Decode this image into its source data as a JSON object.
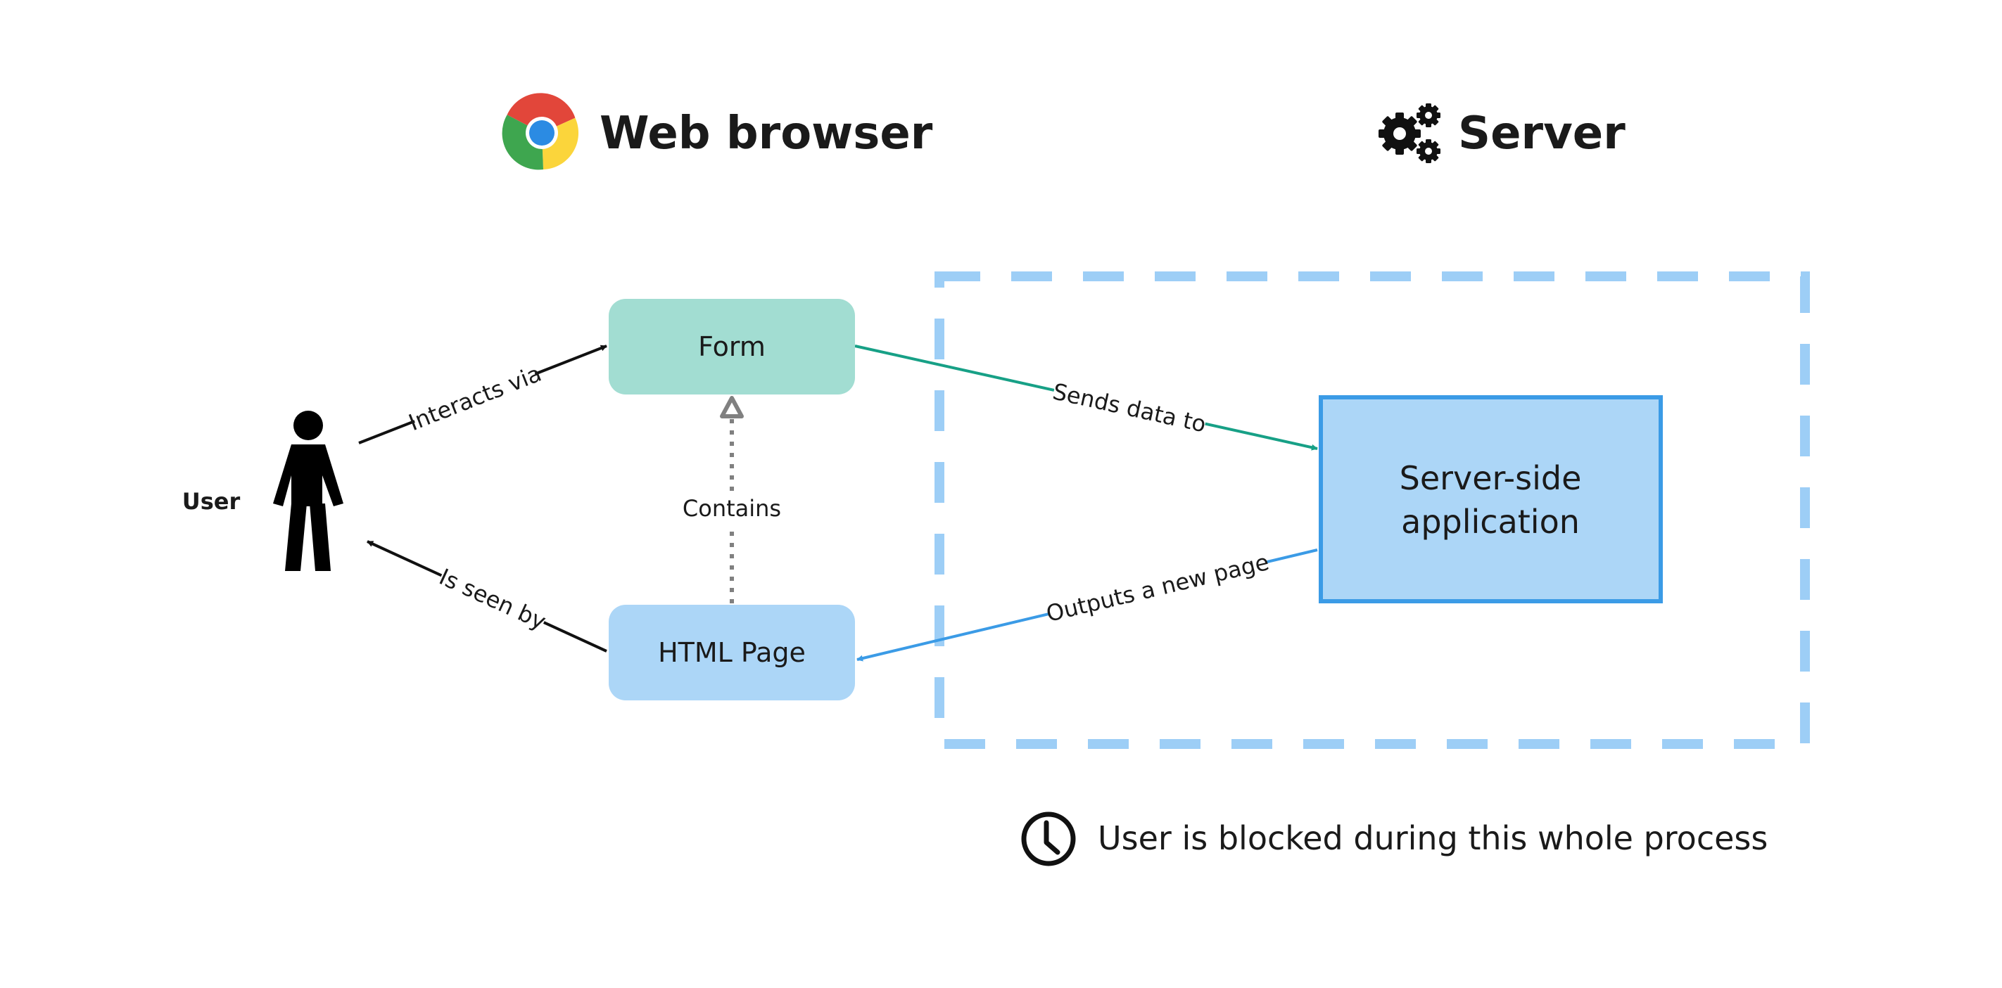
{
  "headings": {
    "browser": "Web browser",
    "server": "Server"
  },
  "actor": {
    "label": "User"
  },
  "nodes": {
    "form": "Form",
    "html_page": "HTML Page",
    "server_app_line1": "Server-side",
    "server_app_line2": "application"
  },
  "edges": {
    "interacts_via": "Interacts via",
    "sends_data_to": "Sends data to",
    "contains": "Contains",
    "outputs_new_page": "Outputs a new page",
    "is_seen_by": "Is seen by"
  },
  "note": {
    "text": "User is blocked during this whole process"
  },
  "icons": {
    "browser": "chrome-icon",
    "server": "gears-icon",
    "user": "person-icon",
    "note": "clock-icon"
  },
  "colors": {
    "form_fill": "#a2ddd2",
    "html_page_fill": "#acd6f7",
    "server_app_fill": "#acd6f7",
    "server_app_border": "#3b9be6",
    "server_zone_dash": "#9dcef6",
    "form_to_server_edge": "#17a086",
    "server_to_page_edge": "#3b9be6",
    "contains_edge": "#808080",
    "user_edges": "#111111"
  }
}
